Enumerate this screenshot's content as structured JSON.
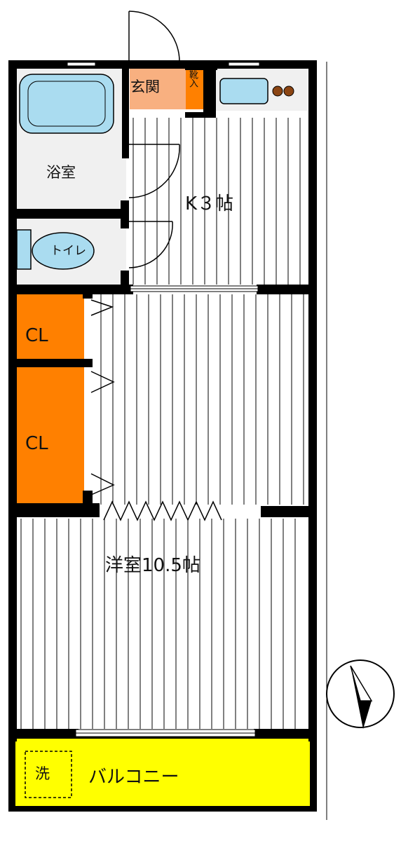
{
  "rooms": {
    "genkan": "玄関",
    "shoe_storage": "靴入",
    "bathroom": "浴室",
    "toilet": "トイレ",
    "kitchen": "K３帖",
    "closet_1": "CL",
    "closet_2": "CL",
    "western_room": "洋室10.5帖",
    "washer": "洗",
    "balcony": "バルコニー"
  },
  "colors": {
    "wall": "#000000",
    "fixture": "#aadcf0",
    "genkan": "#f8b080",
    "closet": "#ff8000",
    "balcony": "#ffff00",
    "wet_room": "#f0f0f0"
  },
  "icons": {
    "compass": "north-arrow-icon",
    "bathtub": "bathtub-icon",
    "toilet": "toilet-icon",
    "kitchen_sink": "kitchen-sink-icon",
    "stove": "gas-burner-icon"
  }
}
